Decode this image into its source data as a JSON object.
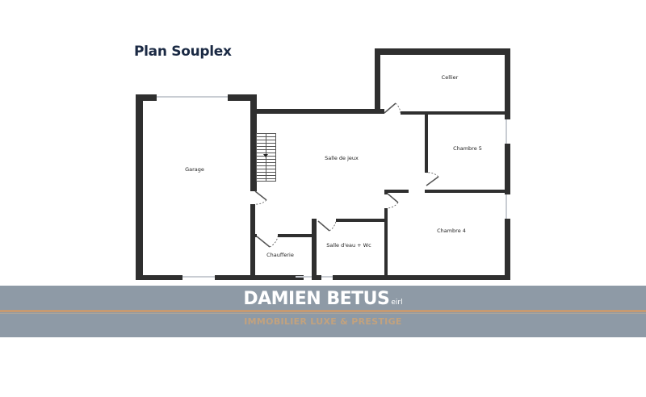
{
  "title": "Plan Souplex",
  "rooms": [
    {
      "id": "garage",
      "label": "Garage"
    },
    {
      "id": "salle-de-jeux",
      "label": "Salle de jeux"
    },
    {
      "id": "cellier",
      "label": "Cellier"
    },
    {
      "id": "chambre-5",
      "label": "Chambre 5"
    },
    {
      "id": "chambre-4",
      "label": "Chambre 4"
    },
    {
      "id": "chaufferie",
      "label": "Chaufferie"
    },
    {
      "id": "salle-deau-wc",
      "label": "Salle d'eau + Wc"
    }
  ],
  "banner": {
    "name": "DAMIEN BETUS",
    "suffix": "eirl",
    "tagline": "IMMOBILIER LUXE & PRESTIGE",
    "colors": {
      "background": "#8e9aa6",
      "accent": "#c69a72",
      "name": "#ffffff"
    }
  },
  "colors": {
    "wall": "#2f2f2f",
    "title": "#1b2a44"
  }
}
